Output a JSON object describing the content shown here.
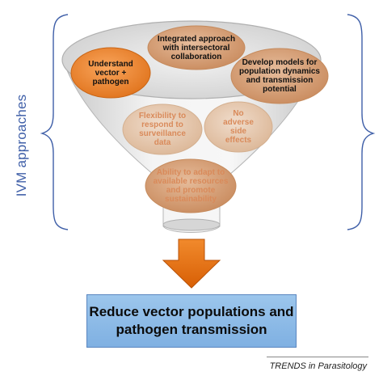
{
  "side_label": "IVM approaches",
  "ellipses": [
    {
      "id": "integrated",
      "text": "Integrated approach\nwith intersectoral\ncollaboration",
      "style": "plain"
    },
    {
      "id": "understand",
      "text": "Understand\nvector +\npathogen",
      "style": "highlight"
    },
    {
      "id": "develop-models",
      "text": "Develop models for\npopulation dynamics\nand transmission\npotential",
      "style": "plain"
    },
    {
      "id": "flexibility",
      "text": "Flexibility to\nrespond to\nsurveillance\ndata",
      "style": "faded"
    },
    {
      "id": "no-adverse",
      "text": "No\nadverse\nside\neffects",
      "style": "faded"
    },
    {
      "id": "adapt",
      "text": "Ability to adapt to\navailable resources\nand promote\nsustainability",
      "style": "faded"
    }
  ],
  "result": {
    "text": "Reduce vector populations and\npathogen transmission"
  },
  "credit": "TRENDS in Parasitology",
  "colors": {
    "bracket": "#3f5fa8",
    "arrow": "#e36c0a",
    "highlight_ellipse": "#f0862f",
    "plain_ellipse": "#d9a47c",
    "faded_ellipse": "#e8cdb6",
    "result_box": "#8ebde8"
  }
}
